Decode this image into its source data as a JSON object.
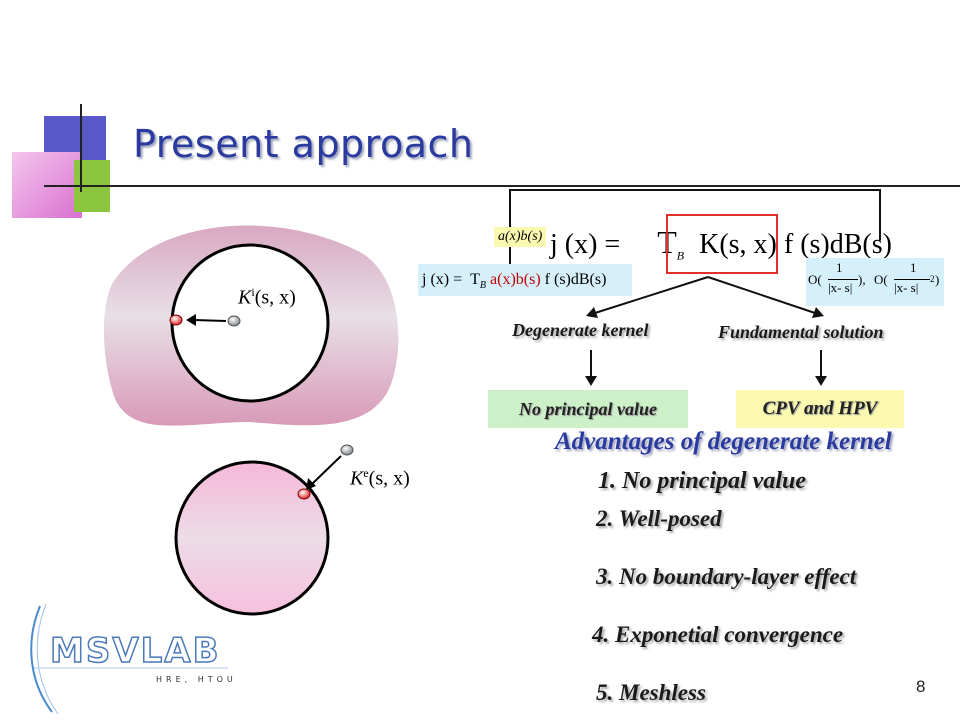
{
  "slide": {
    "title": "Present approach",
    "page_number": "8"
  },
  "colors": {
    "title": "#2a3a9e",
    "outer_domain": "#d9a8c0",
    "inner_disc": "#f6bfdc",
    "red_box": "#e0302a",
    "light_blue": "#d6f0fb",
    "light_green": "#ccf0c8",
    "light_yellow": "#fbf9b0"
  },
  "diagram": {
    "interior_kernel_label": "K^i(s, x)",
    "exterior_kernel_label": "K^e(s, x)",
    "main_equation": {
      "lhs": "j (x) =",
      "integral": "T",
      "subscript": "B",
      "kernel": "K(s, x)",
      "rest": "f (s)dB(s)"
    },
    "degenerate_tag": "a(x)b(s)",
    "degenerate_equation": {
      "lhs": "j (x) =",
      "integral": "T",
      "subscript": "B",
      "kernel": "a(x)b(s)",
      "rest": "f (s)dB(s)"
    },
    "singularity_orders": "O(1/|x- s|),   O(1/|x- s|²)",
    "singularity_parts": {
      "o1": "O(",
      "one1": "1",
      "den1": "|x- s|",
      "close1": "),",
      "o2": "O(",
      "one2": "1",
      "den2": "|x- s|",
      "sq": "2",
      "close2": ")"
    },
    "degenerate_kernel_label": "Degenerate kernel",
    "fundamental_solution_label": "Fundamental solution",
    "no_pv_box": "No principal value",
    "cpv_hpv_box": "CPV and HPV"
  },
  "advantages": {
    "heading": "Advantages of degenerate kernel",
    "items": [
      "1.  No principal value",
      "2. Well-posed",
      "3. No boundary-layer effect",
      "4. Exponetial convergence",
      "5. Meshless"
    ]
  },
  "logo": {
    "name": "MSVLAB",
    "sub": "HRE, HTOU"
  }
}
